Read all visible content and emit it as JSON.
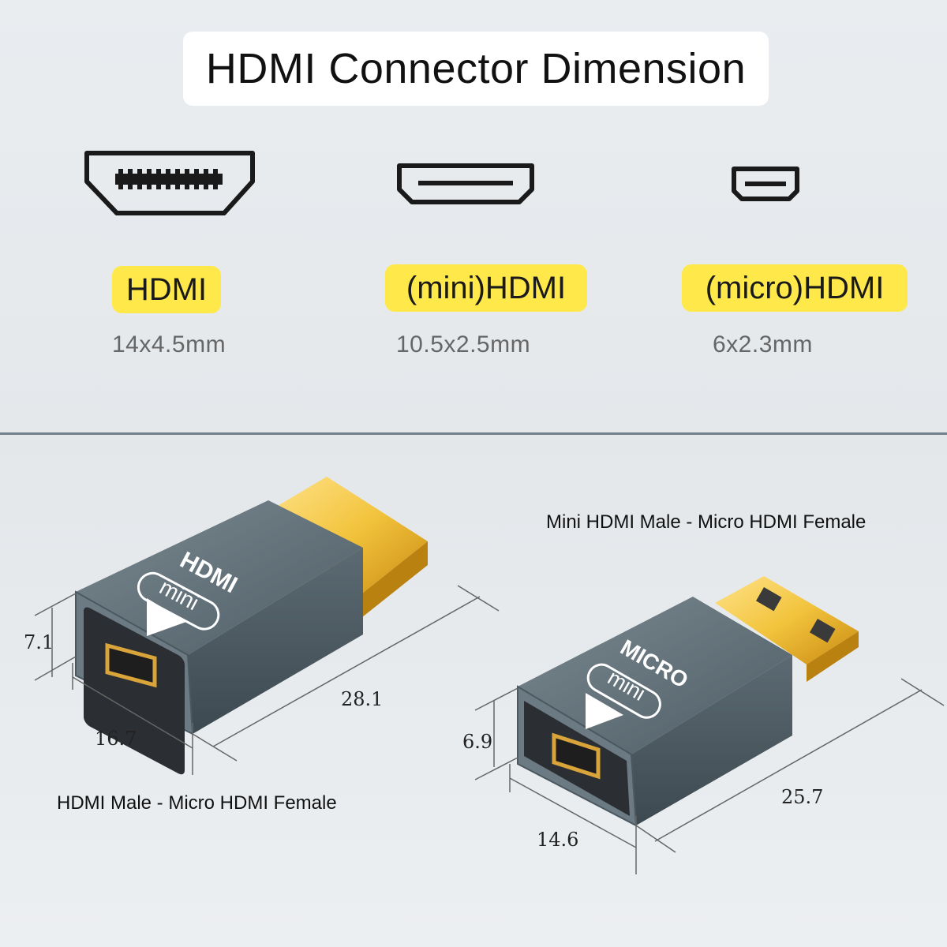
{
  "title": "HDMI Connector Dimension",
  "connectors": [
    {
      "label": "HDMI",
      "size": "14x4.5mm",
      "icon": "hdmi-port-icon"
    },
    {
      "label": "(mini)HDMI",
      "size": "10.5x2.5mm",
      "icon": "mini-hdmi-port-icon"
    },
    {
      "label": "(micro)HDMI",
      "size": "6x2.3mm",
      "icon": "micro-hdmi-port-icon"
    }
  ],
  "adapters": [
    {
      "caption": "HDMI Male - Micro HDMI Female",
      "body_logo": "HDMI",
      "body_sub": "mini",
      "height": "7.1",
      "width": "16.7",
      "length": "28.1"
    },
    {
      "caption": "Mini HDMI Male - Micro HDMI Female",
      "body_logo": "MICRO",
      "body_sub": "mini",
      "height": "6.9",
      "width": "14.6",
      "length": "25.7"
    }
  ],
  "colors": {
    "highlight": "#ffe94a",
    "adapter_body": "#5c6b74",
    "gold": "#f0c040"
  }
}
